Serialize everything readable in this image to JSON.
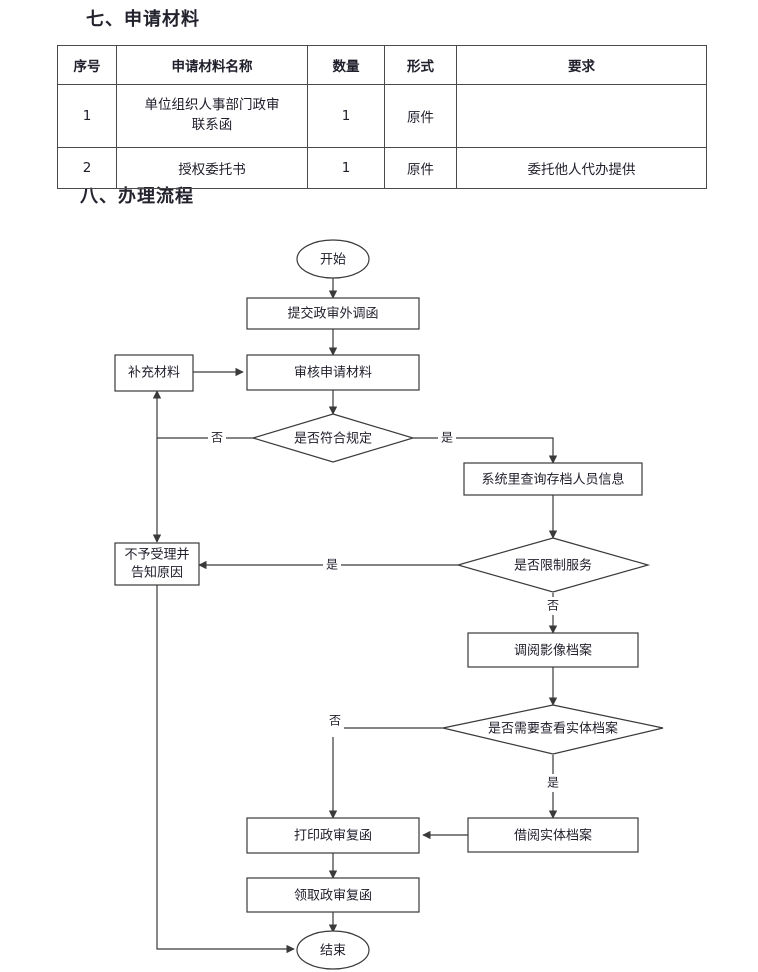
{
  "document": {
    "sections": [
      {
        "id": "materials",
        "heading": "七、申请材料"
      },
      {
        "id": "process",
        "heading": "八、办理流程"
      }
    ]
  },
  "materials_table": {
    "columns": [
      "序号",
      "申请材料名称",
      "数量",
      "形式",
      "要求"
    ],
    "rows": [
      {
        "seq": "1",
        "name_line1": "单位组织人事部门政审",
        "name_line2": "联系函",
        "quantity": "1",
        "form": "原件",
        "requirement": ""
      },
      {
        "seq": "2",
        "name_line1": "授权委托书",
        "name_line2": "",
        "quantity": "1",
        "form": "原件",
        "requirement": "委托他人代办提供"
      }
    ]
  },
  "flowchart": {
    "nodes": {
      "start": {
        "label": "开始",
        "type": "terminator"
      },
      "submit": {
        "label": "提交政审外调函",
        "type": "process"
      },
      "review": {
        "label": "审核申请材料",
        "type": "process"
      },
      "supplement": {
        "label": "补充材料",
        "type": "process"
      },
      "check_compliance": {
        "label": "是否符合规定",
        "type": "decision"
      },
      "query_system": {
        "label": "系统里查询存档人员信息",
        "type": "process"
      },
      "check_restricted": {
        "label": "是否限制服务",
        "type": "decision"
      },
      "reject_line1": {
        "label": "不予受理并",
        "type": "process"
      },
      "reject_line2": {
        "label": "告知原因",
        "type": "process"
      },
      "view_image": {
        "label": "调阅影像档案",
        "type": "process"
      },
      "check_physical": {
        "label": "是否需要查看实体档案",
        "type": "decision"
      },
      "borrow_physical": {
        "label": "借阅实体档案",
        "type": "process"
      },
      "print_reply": {
        "label": "打印政审复函",
        "type": "process"
      },
      "collect_reply": {
        "label": "领取政审复函",
        "type": "process"
      },
      "end": {
        "label": "结束",
        "type": "terminator"
      }
    },
    "edge_labels": {
      "compliance_no": "否",
      "compliance_yes": "是",
      "restricted_yes": "是",
      "restricted_no": "否",
      "physical_no": "否",
      "physical_yes": "是"
    }
  },
  "colors": {
    "stroke": "#3a3a3a",
    "text": "#20202c",
    "table_border": "#4a4a4a",
    "background": "#ffffff"
  }
}
